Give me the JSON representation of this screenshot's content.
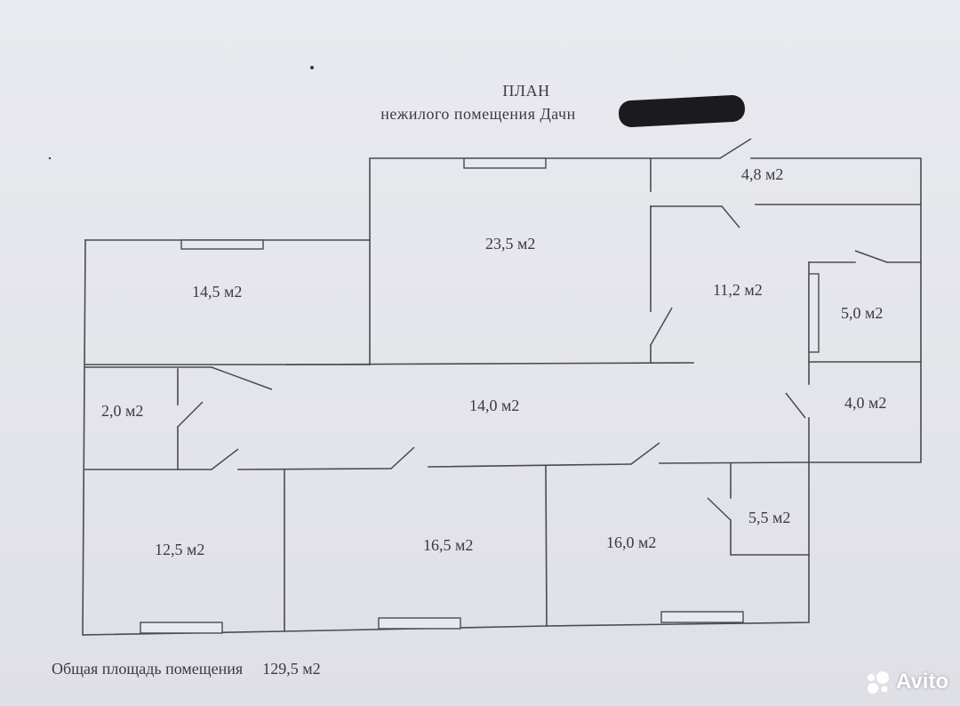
{
  "document": {
    "title": "ПЛАН",
    "subtitle": "нежилого помещения Дачн",
    "total_label": "Общая площадь помещения",
    "total_value": "129,5 м2"
  },
  "rooms": [
    {
      "id": "r1",
      "label": "23,5 м2"
    },
    {
      "id": "r2",
      "label": "4,8 м2"
    },
    {
      "id": "r3",
      "label": "14,5 м2"
    },
    {
      "id": "r4",
      "label": "11,2 м2"
    },
    {
      "id": "r5",
      "label": "5,0 м2"
    },
    {
      "id": "r6",
      "label": "2,0 м2"
    },
    {
      "id": "r7",
      "label": "14,0 м2"
    },
    {
      "id": "r8",
      "label": "4,0 м2"
    },
    {
      "id": "r9",
      "label": "12,5 м2"
    },
    {
      "id": "r10",
      "label": "16,5 м2"
    },
    {
      "id": "r11",
      "label": "16,0 м2"
    },
    {
      "id": "r12",
      "label": "5,5 м2"
    }
  ],
  "watermark": {
    "text": "Avito",
    "icon": "avito-logo-icon"
  }
}
